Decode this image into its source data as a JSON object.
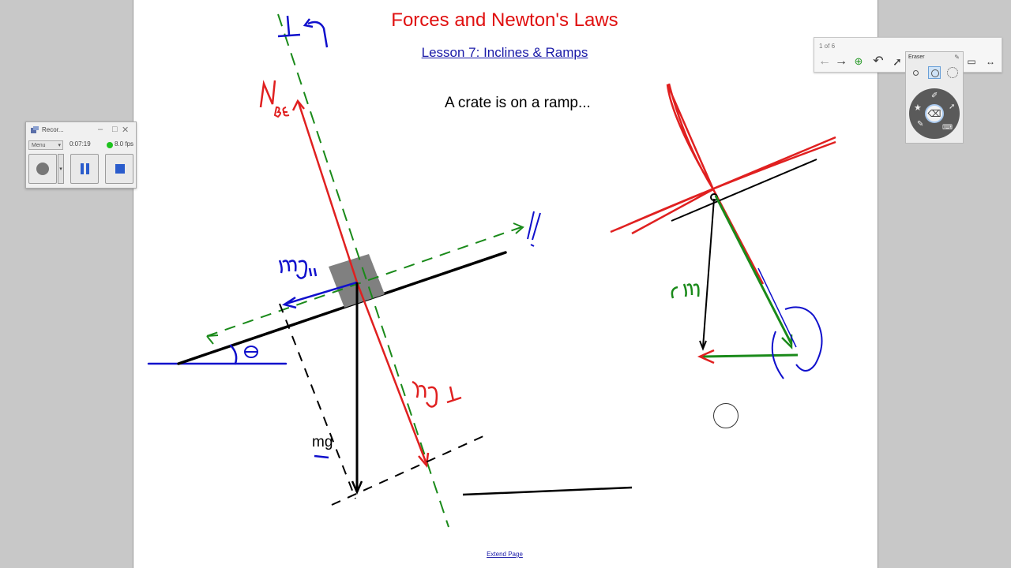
{
  "page": {
    "title": "Forces and Newton's Laws",
    "subtitle": "Lesson 7: Inclines & Ramps",
    "problem_text": "A crate is on a ramp...",
    "mg_label": "mg",
    "extend_link": "Extend Page"
  },
  "recorder": {
    "title": "Recor...",
    "menu_label": "Menu",
    "elapsed": "0:07:19",
    "fps": "8.0 fps",
    "status_color": "#1ec21e",
    "buttons": [
      "record-icon",
      "pause-icon",
      "stop-icon"
    ]
  },
  "navbar": {
    "page_indicator": "1 of 6",
    "buttons": [
      "previous-page-icon",
      "next-page-icon",
      "add-page-icon",
      "undo-icon",
      "select-cursor-icon"
    ]
  },
  "eraser_palette": {
    "title": "Eraser",
    "sizes": [
      "small",
      "medium",
      "large"
    ],
    "selected_size": "medium"
  },
  "colors": {
    "title": "#e01010",
    "subtitle": "#1a1aa8",
    "ink_red": "#e02020",
    "ink_blue": "#1010cc",
    "ink_green": "#1a8a1a",
    "ink_black": "#000000",
    "crate": "#808080"
  }
}
